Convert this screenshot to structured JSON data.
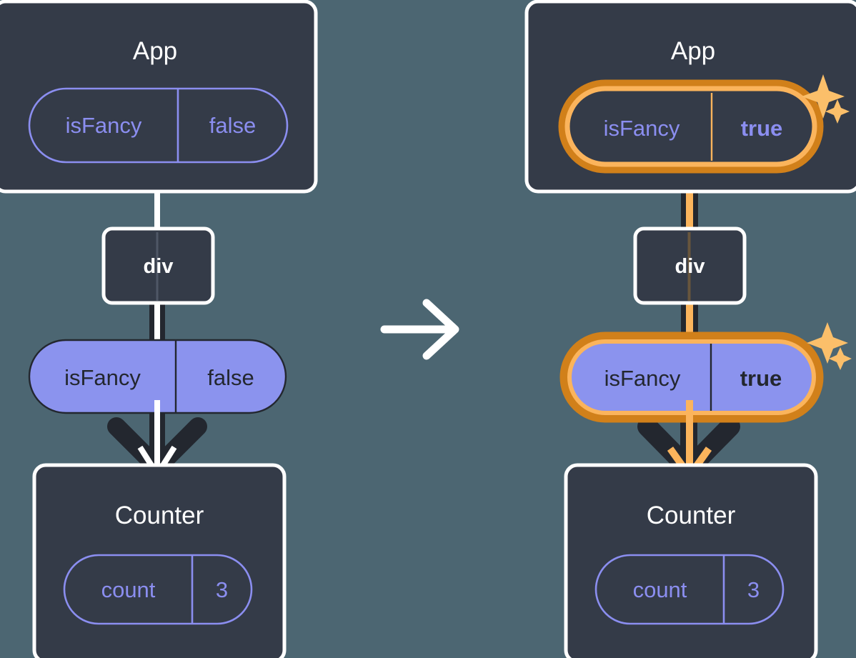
{
  "diagram": {
    "title_semantic": "react-state-update-before-after",
    "background_color": "#4c6672",
    "transition_arrow_icon": "right-arrow-icon",
    "colors": {
      "panel_fill": "#343b48",
      "panel_border": "#ffffff",
      "pill_outline_stroke": "#8b8ef0",
      "pill_fill": "#8b93ee",
      "pill_fill_text": "#23272f",
      "highlight_outer": "#d1801a",
      "highlight_inner": "#fbb45c",
      "sparkle": "#fbbf6a",
      "connector_white": "#ffffff",
      "connector_dark": "#23272f",
      "connector_orange": "#fbb45c"
    },
    "panels": [
      {
        "id": "before",
        "name": "before-panel",
        "app": {
          "title": "App",
          "pill": {
            "key": "isFancy",
            "value": "false",
            "style": "outline",
            "highlighted": false,
            "value_bold": false
          }
        },
        "div": {
          "label": "div"
        },
        "prop_pill": {
          "key": "isFancy",
          "value": "false",
          "style": "filled",
          "highlighted": false,
          "value_bold": false
        },
        "counter": {
          "title": "Counter",
          "pill": {
            "key": "count",
            "value": "3",
            "style": "outline",
            "highlighted": false,
            "value_bold": false
          }
        }
      },
      {
        "id": "after",
        "name": "after-panel",
        "app": {
          "title": "App",
          "pill": {
            "key": "isFancy",
            "value": "true",
            "style": "outline",
            "highlighted": true,
            "value_bold": true
          }
        },
        "div": {
          "label": "div"
        },
        "prop_pill": {
          "key": "isFancy",
          "value": "true",
          "style": "filled",
          "highlighted": true,
          "value_bold": true
        },
        "counter": {
          "title": "Counter",
          "pill": {
            "key": "count",
            "value": "3",
            "style": "outline",
            "highlighted": false,
            "value_bold": false
          }
        }
      }
    ]
  }
}
